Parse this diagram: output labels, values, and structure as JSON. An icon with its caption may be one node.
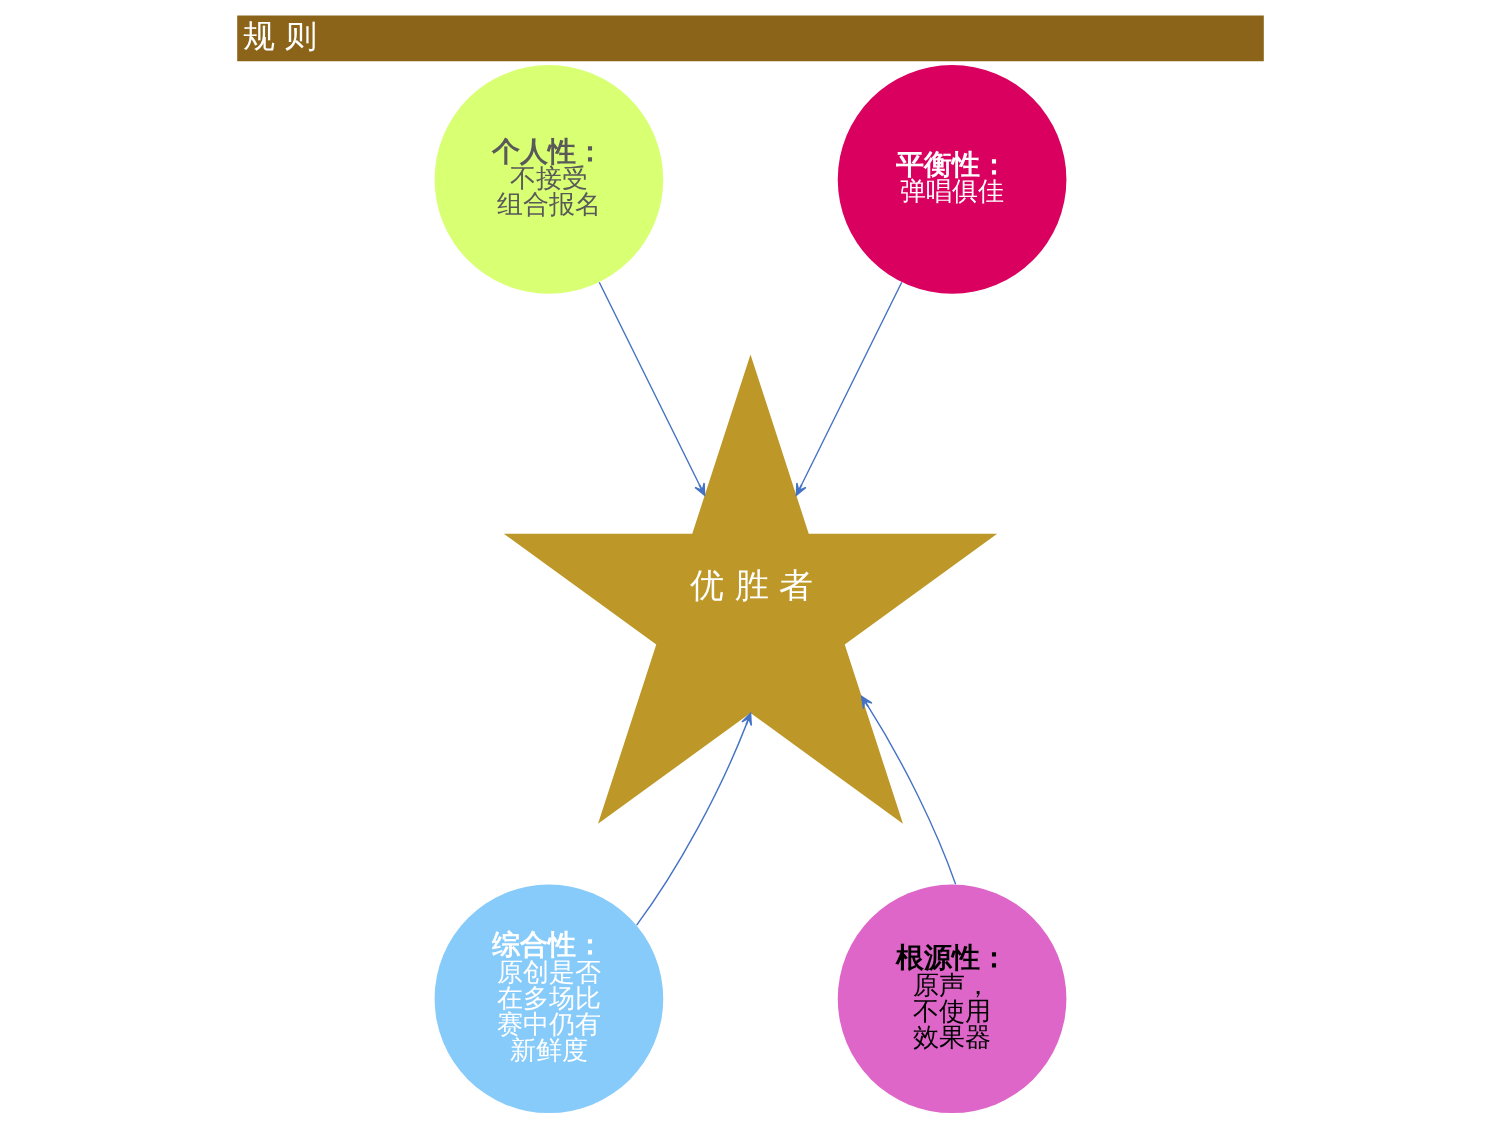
{
  "diagram": {
    "title": "规 则",
    "nodes": [
      {
        "text": [
          "个人性：",
          "不接受组合报名"
        ]
      },
      {
        "text": [
          "平衡性：",
          "弹唱俱佳"
        ]
      },
      {
        "text": [
          "优 胜 者"
        ]
      },
      {
        "text": [
          "综合性：",
          "原创是否在多场比赛中仍有新鲜度"
        ]
      },
      {
        "text": [
          "根源性：",
          "原声，不使用效果器"
        ]
      }
    ],
    "edges": [
      {
        "from": 0,
        "to": 2,
        "arrow": "to"
      },
      {
        "from": 1,
        "to": 2,
        "arrow": "to"
      },
      {
        "from": 3,
        "to": 2,
        "arrow": "to"
      },
      {
        "from": 4,
        "to": 2,
        "arrow": "to"
      }
    ]
  }
}
